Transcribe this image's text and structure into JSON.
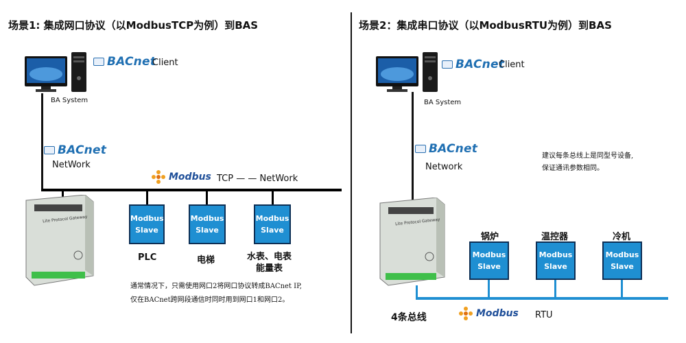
{
  "scene1": {
    "title": "场景1: 集成网口协议（以ModbusTCP为例）到BAS",
    "client_label": "Client",
    "ba_system_label": "BA System",
    "network_label": "NetWork",
    "modbus_tcp_label": "TCP — — NetWork",
    "gateway_label": "Lite Protocol Gateway",
    "slaves": [
      {
        "line1": "Modbus",
        "line2": "Slave",
        "device": "PLC"
      },
      {
        "line1": "Modbus",
        "line2": "Slave",
        "device": "电梯"
      },
      {
        "line1": "Modbus",
        "line2": "Slave",
        "device": "水表、电表\n能量表"
      }
    ],
    "note_line1": "通常情况下，只需使用网口2将网口协议转成BACnet IP,",
    "note_line2": "仅在BACnet跨网段通信时同时用到网口1和网口2。"
  },
  "scene2": {
    "title": "场景2：集成串口协议（以ModbusRTU为例）到BAS",
    "client_label": "Client",
    "ba_system_label": "BA System",
    "network_label": "Network",
    "gateway_label": "Lite Protocol Gateway",
    "slaves": [
      {
        "line1": "Modbus",
        "line2": "Slave",
        "device": "锅炉"
      },
      {
        "line1": "Modbus",
        "line2": "Slave",
        "device": "温控器"
      },
      {
        "line1": "Modbus",
        "line2": "Slave",
        "device": "冷机"
      }
    ],
    "note_line1": "建议每条总线上是同型号设备,",
    "note_line2": "保证通讯参数相同。",
    "bus_label": "4条总线",
    "rtu_label": "RTU"
  },
  "logos": {
    "bacnet_text": "BACnet",
    "modbus_text": "Modbus"
  },
  "colors": {
    "slave_fill": "#1f8fd2",
    "slave_border": "#0d2f55",
    "rtu_bus": "#1f8fd2",
    "tcp_bus": "#000000"
  }
}
